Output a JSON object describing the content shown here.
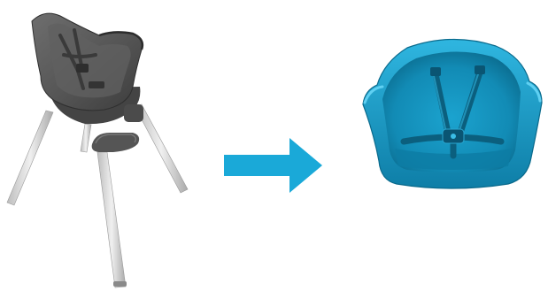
{
  "scene": {
    "description_items": [
      "high-chair",
      "arrow",
      "booster-seat"
    ]
  },
  "colors": {
    "chair_seat": "#5a5a5a",
    "chair_seat_dark": "#3f3f3f",
    "chair_seat_light": "#7a7a7a",
    "chair_legs": "#d9d9d9",
    "chair_legs_shade": "#a8a8a8",
    "arrow": "#1aa9d8",
    "booster": "#1599c4",
    "booster_dark": "#0d6f92",
    "booster_light": "#3bbde6",
    "background": "#ffffff"
  },
  "icons": {
    "left": "high-chair-icon",
    "middle": "arrow-right-icon",
    "right": "booster-seat-icon"
  }
}
